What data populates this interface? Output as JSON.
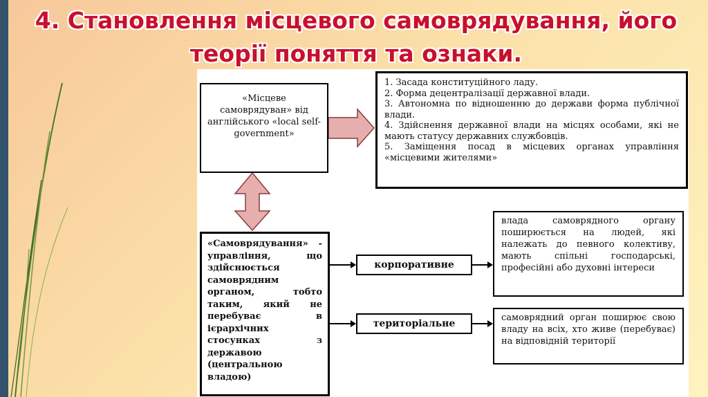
{
  "slide": {
    "title": "4. Становлення місцевого самоврядування, його теорії поняття та ознаки."
  },
  "diagram": {
    "origin": "«Місцеве самоврядуван» від англійського «local self-government»",
    "features": [
      "1. Засада конституційного ладу.",
      "2. Форма децентралізації державної влади.",
      "3. Автономна по відношенню до держави форма публічної влади.",
      "4. Здійснення державної влади на місцях особами, які не мають статусу державних службовців.",
      "5. Заміщення посад в місцевих органах управління «місцевими жителями»"
    ],
    "definition": "«Самоврядування» - управління, що здійснюється самоврядним органом, тобто таким, який не перебуває в ієрархічних стосунках з державою (центральною владою)",
    "types": [
      {
        "label": "корпоративне",
        "description": "влада самоврядного органу поширюється на людей, які належать до певного колективу, мають спільні господарські, професійні або духовні інтереси"
      },
      {
        "label": "територіальне",
        "description": "самоврядний орган поширює свою владу на всіх, хто живе (перебуває) на відповідній території"
      }
    ]
  },
  "colors": {
    "title": "#c8102e",
    "arrow_fill": "#e7aeae",
    "arrow_stroke": "#8a3b3b",
    "side_band": "#32536b",
    "deco_lines": "#4f7a2a"
  }
}
